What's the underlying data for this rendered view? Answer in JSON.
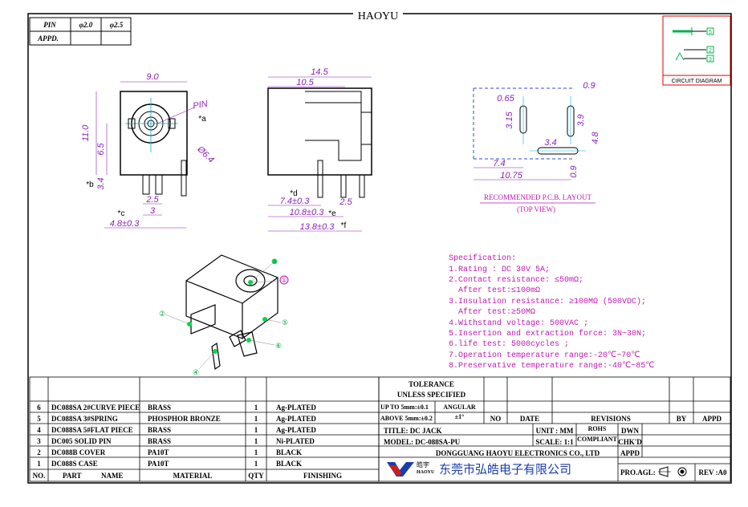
{
  "header": {
    "brand": "HAOYU"
  },
  "pin_table": {
    "pin": "PIN",
    "appd": "APPD.",
    "options": [
      "φ2.0",
      "φ2.5"
    ]
  },
  "circuit": {
    "label": "CIRCUIT DIAGRAM",
    "pins": [
      "5",
      "2",
      "3"
    ]
  },
  "front_view": {
    "dims": [
      "9.0",
      "11.0",
      "6.5",
      "3.4",
      "2.5",
      "3",
      "4.8±0.3",
      "Ø6.4"
    ],
    "pin_label": "PIN",
    "marks": [
      "*a",
      "*b",
      "*c"
    ]
  },
  "side_view": {
    "dims": [
      "14.5",
      "10.5",
      "7.4±0.3",
      "2.5",
      "10.8±0.3",
      "13.8±0.3"
    ],
    "marks": [
      "*d",
      "*e",
      "*f"
    ]
  },
  "pcb_layout": {
    "dims": [
      "0.9",
      "0.65",
      "3.15",
      "3.9",
      "4.8",
      "3.4",
      "7.4",
      "10.75",
      "0.9"
    ],
    "title": "RECOMMENDED P.C.B. LAYOUT",
    "subtitle": "(TOP VIEW)"
  },
  "specification": {
    "heading": "Specification:",
    "lines": [
      "1.Rating : DC 30V 5A;",
      "2.Contact resistance: ≤50mΩ;",
      "  After test:≤100mΩ",
      "3.Insulation resistance: ≥100MΩ (500VDC);",
      "  After test:≥50MΩ",
      "4.Withstand voltage: 500VAC ;",
      "5.Insertion and extraction force: 3N~30N;",
      "6.life test: 5000cycles ;",
      "7.Operation temperature range:-20℃~70℃",
      "8.Preservative temperature range:-40℃~85℃"
    ]
  },
  "iso_labels": [
    "①",
    "②",
    "③",
    "④",
    "⑤",
    "⑥"
  ],
  "bom": {
    "headers": [
      "NO.",
      "PART",
      "NAME",
      "MATERIAL",
      "QTY",
      "FINISHING"
    ],
    "rows": [
      {
        "no": "6",
        "part": "DC088SA 2#CURVE PIECE",
        "material": "BRASS",
        "qty": "1",
        "finishing": "Ag-PLATED"
      },
      {
        "no": "5",
        "part": "DC088SA 3#SPRING",
        "material": "PHOSPHOR BRONZE",
        "qty": "1",
        "finishing": "Ag-PLATED"
      },
      {
        "no": "4",
        "part": "DC088SA 5#FLAT PIECE",
        "material": "BRASS",
        "qty": "1",
        "finishing": "Ag-PLATED"
      },
      {
        "no": "3",
        "part": "DC005 SOLID PIN",
        "material": "BRASS",
        "qty": "1",
        "finishing": "Ni-PLATED"
      },
      {
        "no": "2",
        "part": "DC088B COVER",
        "material": "PA10T",
        "qty": "1",
        "finishing": "BLACK"
      },
      {
        "no": "1",
        "part": "DC088S CASE",
        "material": "PA10T",
        "qty": "1",
        "finishing": "BLACK"
      }
    ]
  },
  "title_block": {
    "tolerance": "TOLERANCE",
    "unless": "UNLESS SPECIFIED",
    "up_to": "UP TO 5mm:±0.1",
    "above": "ABOVE 5mm:±0.2",
    "angular": "ANGULAR",
    "angular_val": "±1°",
    "no": "NO",
    "date": "DATE",
    "revisions": "REVISIONS",
    "by": "BY",
    "appd": "APPD",
    "title": "TITLE: DC JACK",
    "model": "MODEL: DC-088SA-PU",
    "unit": "UNIT : MM",
    "scale": "SCALE: 1:1",
    "rohs1": "ROHS",
    "rohs2": "COMPLIANT",
    "dwn": "DWN",
    "chkd": "CHK'D",
    "appd2": "APPD",
    "company": "DONGGUANG HAOYU ELECTRONICS CO., LTD",
    "company_cn": "东莞市弘皓电子有限公司",
    "logo_cn": "皓宇",
    "logo_en": "HAOYU",
    "proagl": "PRO.AGL:",
    "rev": "REV :A0"
  }
}
